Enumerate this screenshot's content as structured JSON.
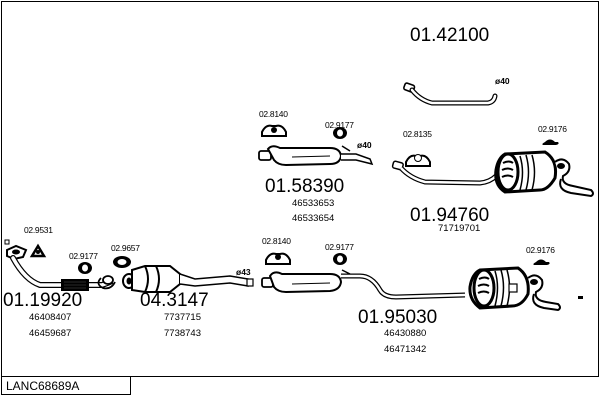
{
  "diagram_id": "LANC68689A",
  "parts": {
    "front_pipe": {
      "part_number": "01.19920",
      "oem_numbers": [
        "46408407",
        "46459687"
      ],
      "accessories": [
        "02.9531",
        "02.9177"
      ]
    },
    "catalyst": {
      "part_number": "04.3147",
      "oem_numbers": [
        "7737715",
        "7738743"
      ],
      "accessories": [
        "02.9657"
      ],
      "diameter": "ø43"
    },
    "middle_silencer_a": {
      "part_number": "01.58390",
      "oem_numbers": [
        "46533653",
        "46533654"
      ],
      "accessories": [
        "02.8140",
        "02.9177"
      ],
      "diameter": "ø40"
    },
    "tail_pipe": {
      "part_number": "01.42100",
      "diameter": "ø40"
    },
    "rear_silencer_a": {
      "part_number": "01.94760",
      "oem_numbers": [
        "71719701"
      ],
      "accessories": [
        "02.8135",
        "02.9176"
      ]
    },
    "middle_silencer_b": {
      "part_number": "01.95030",
      "oem_numbers": [
        "46430880",
        "46471342"
      ],
      "accessories": [
        "02.8140",
        "02.9177"
      ]
    },
    "rear_silencer_b": {
      "accessories": [
        "02.9176"
      ]
    }
  },
  "colors": {
    "line": "#000000",
    "background": "#ffffff"
  }
}
